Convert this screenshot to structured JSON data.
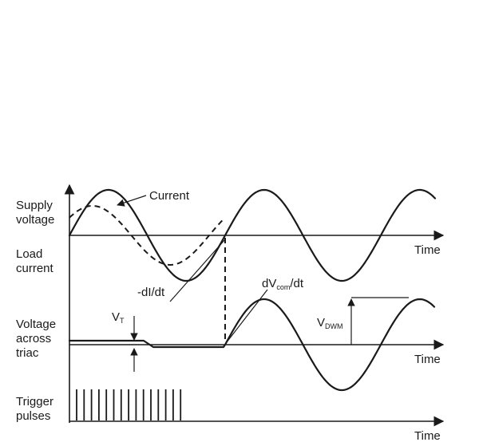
{
  "labels": {
    "supply_voltage_line1": "Supply",
    "supply_voltage_line2": "voltage",
    "load_current_line1": "Load",
    "load_current_line2": "current",
    "voltage_across_line1": "Voltage",
    "voltage_across_line2": "across",
    "voltage_across_line3": "triac",
    "trigger_pulses_line1": "Trigger",
    "trigger_pulses_line2": "pulses",
    "current": "Current",
    "di_dt": "-dI/dt",
    "dvcom_main": "dV",
    "dvcom_sub": "com",
    "dvcom_tail": "/dt",
    "vt_main": "V",
    "vt_sub": "T",
    "vdwm_main": "V",
    "vdwm_sub": "DWM",
    "time_1": "Time",
    "time_2": "Time",
    "time_3": "Time"
  },
  "colors": {
    "ink": "#1a1a1a",
    "background": "#ffffff"
  },
  "trigger_pulse_count": 15
}
